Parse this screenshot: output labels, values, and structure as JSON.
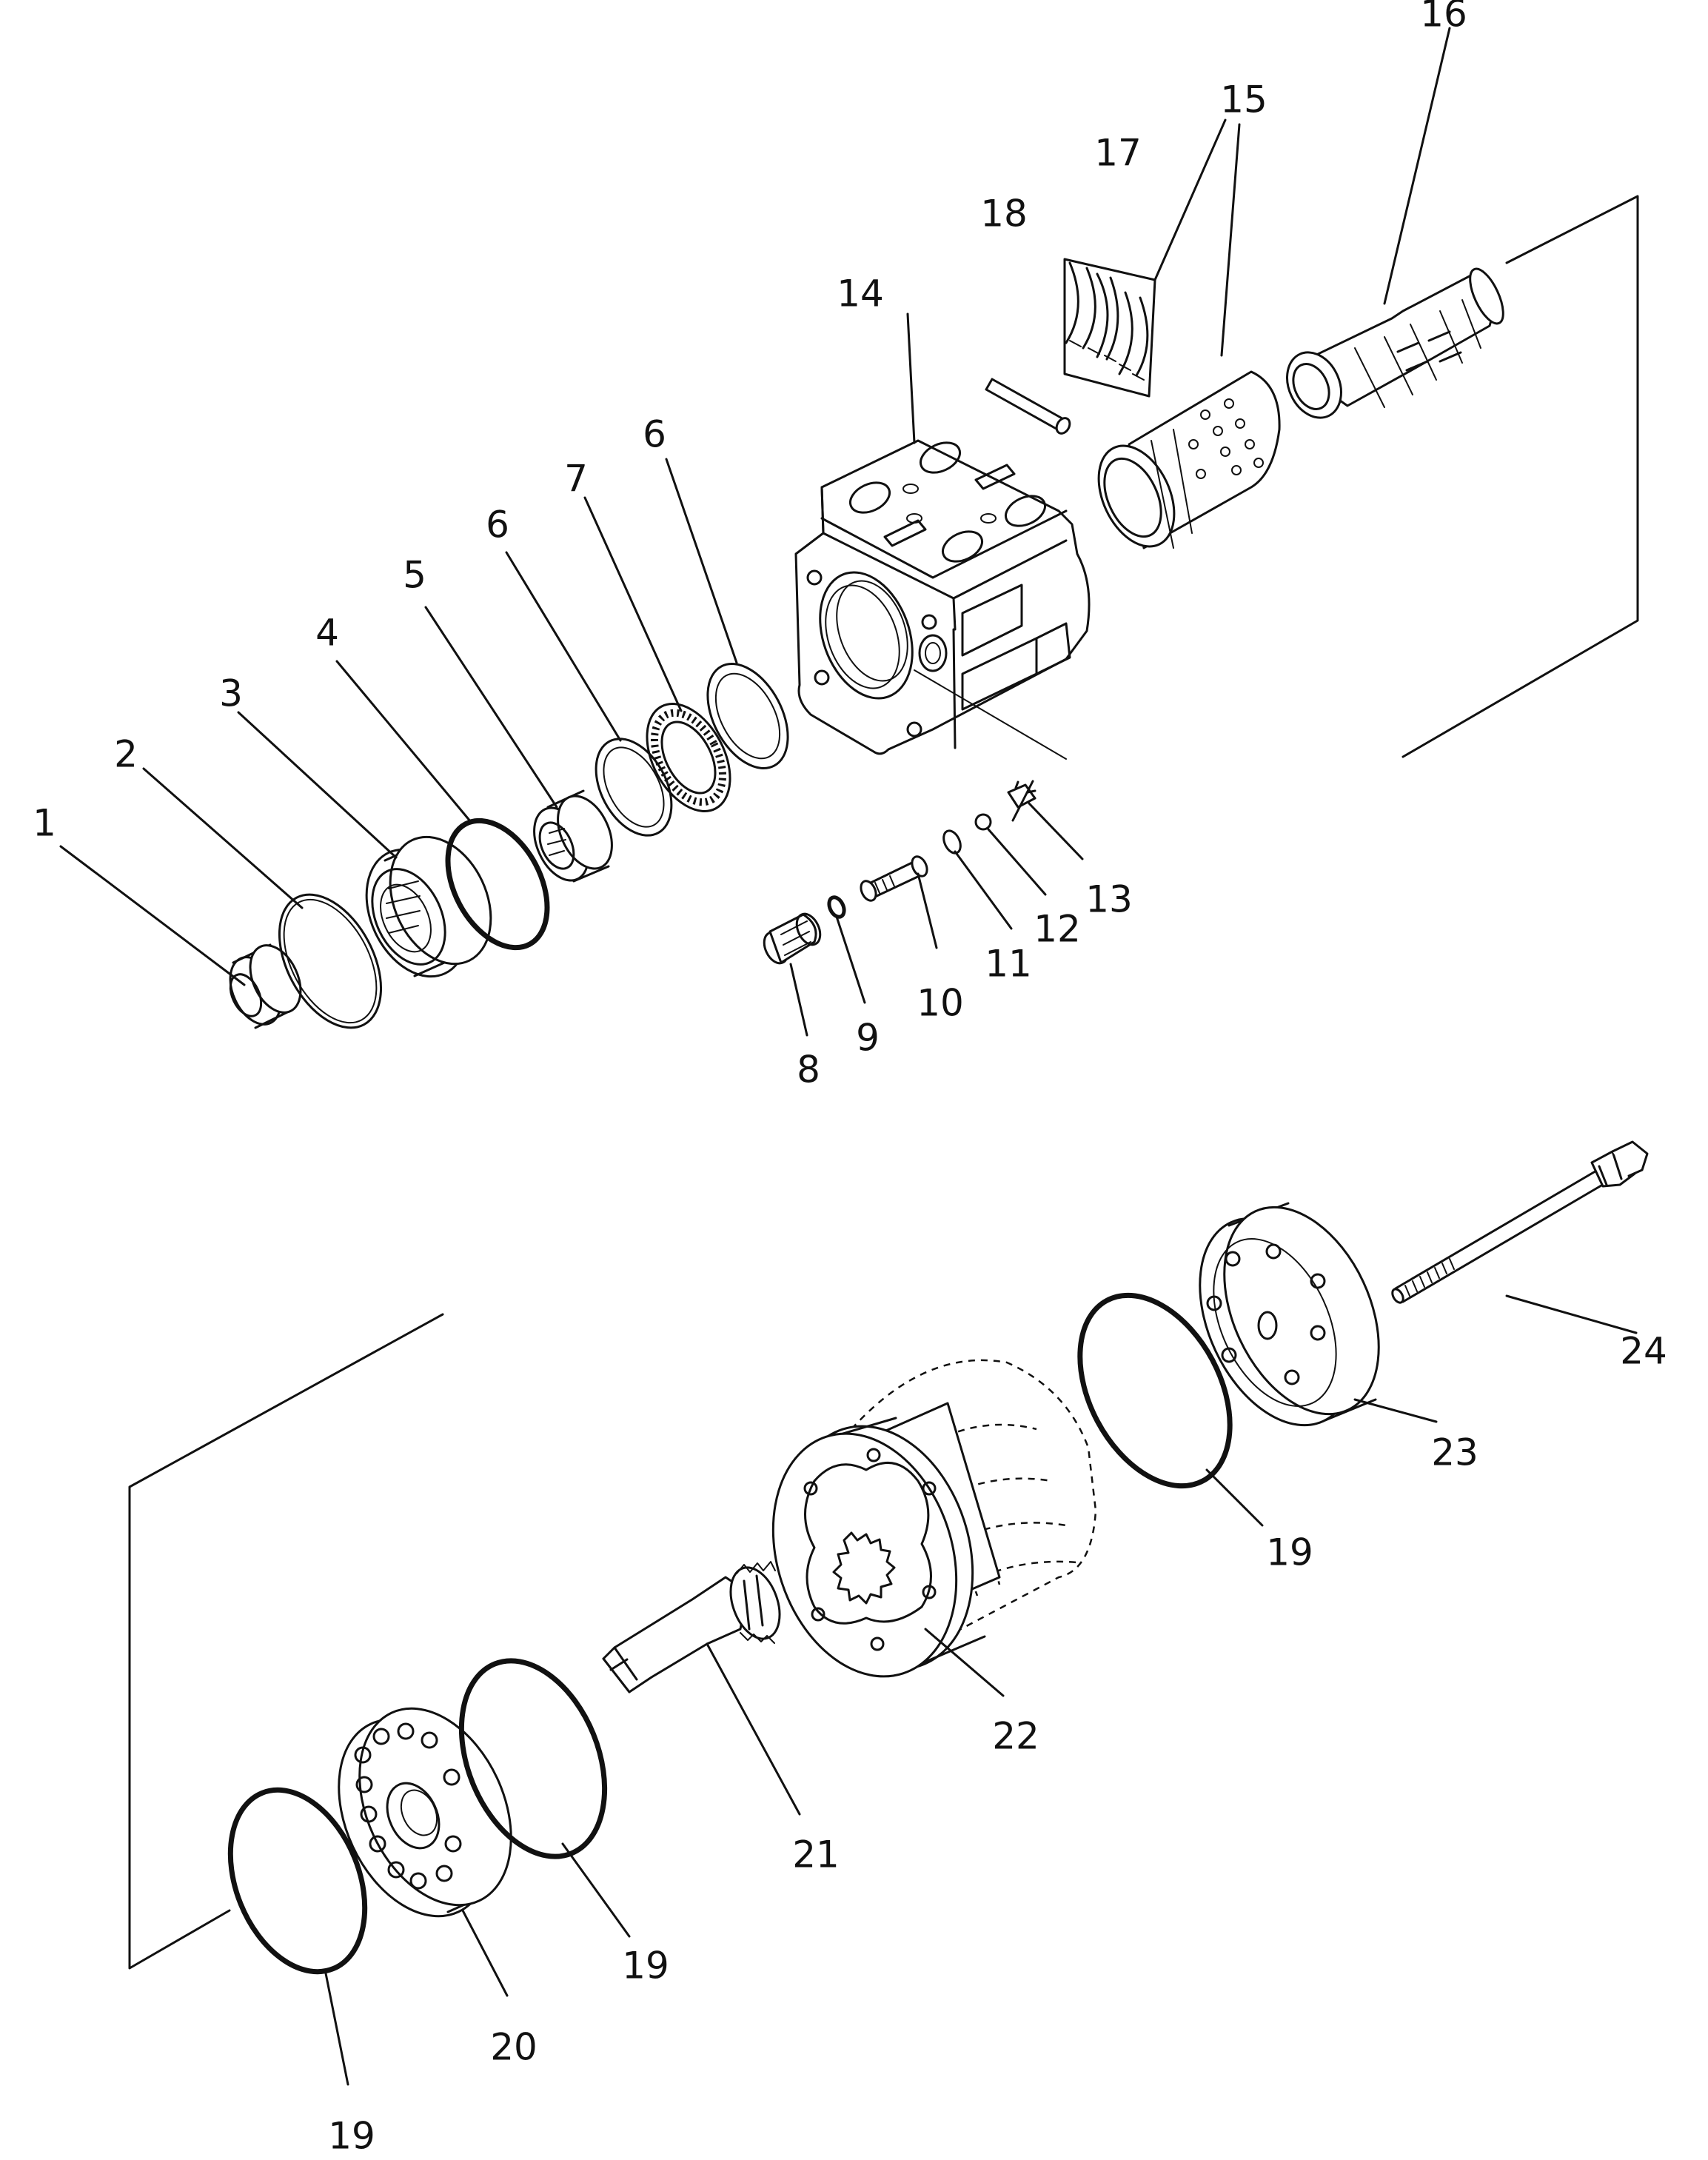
{
  "labels": [
    "1",
    "2",
    "3",
    "4",
    "5",
    "6",
    "7",
    "8",
    "9",
    "10",
    "11",
    "12",
    "13",
    "14",
    "15",
    "16",
    "17",
    "18",
    "19",
    "20",
    "21",
    "22",
    "23",
    "24"
  ]
}
